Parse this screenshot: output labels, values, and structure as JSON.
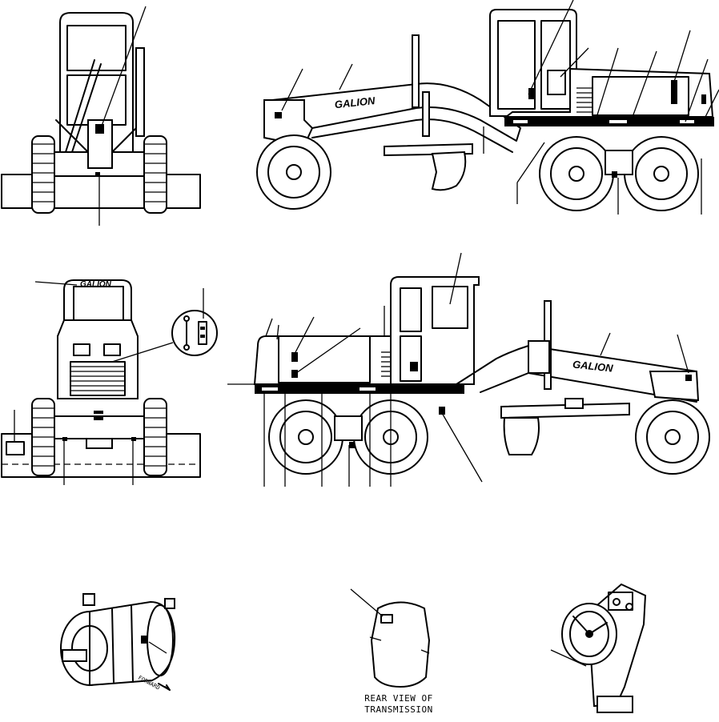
{
  "brand": {
    "side_upper": "GALION",
    "front_lower": "GALION",
    "side_lower": "GALION"
  },
  "transmission_caption": {
    "line1": "REAR VIEW OF",
    "line2": "TRANSMISSION"
  },
  "engine_arrow_label": "FORWARD"
}
